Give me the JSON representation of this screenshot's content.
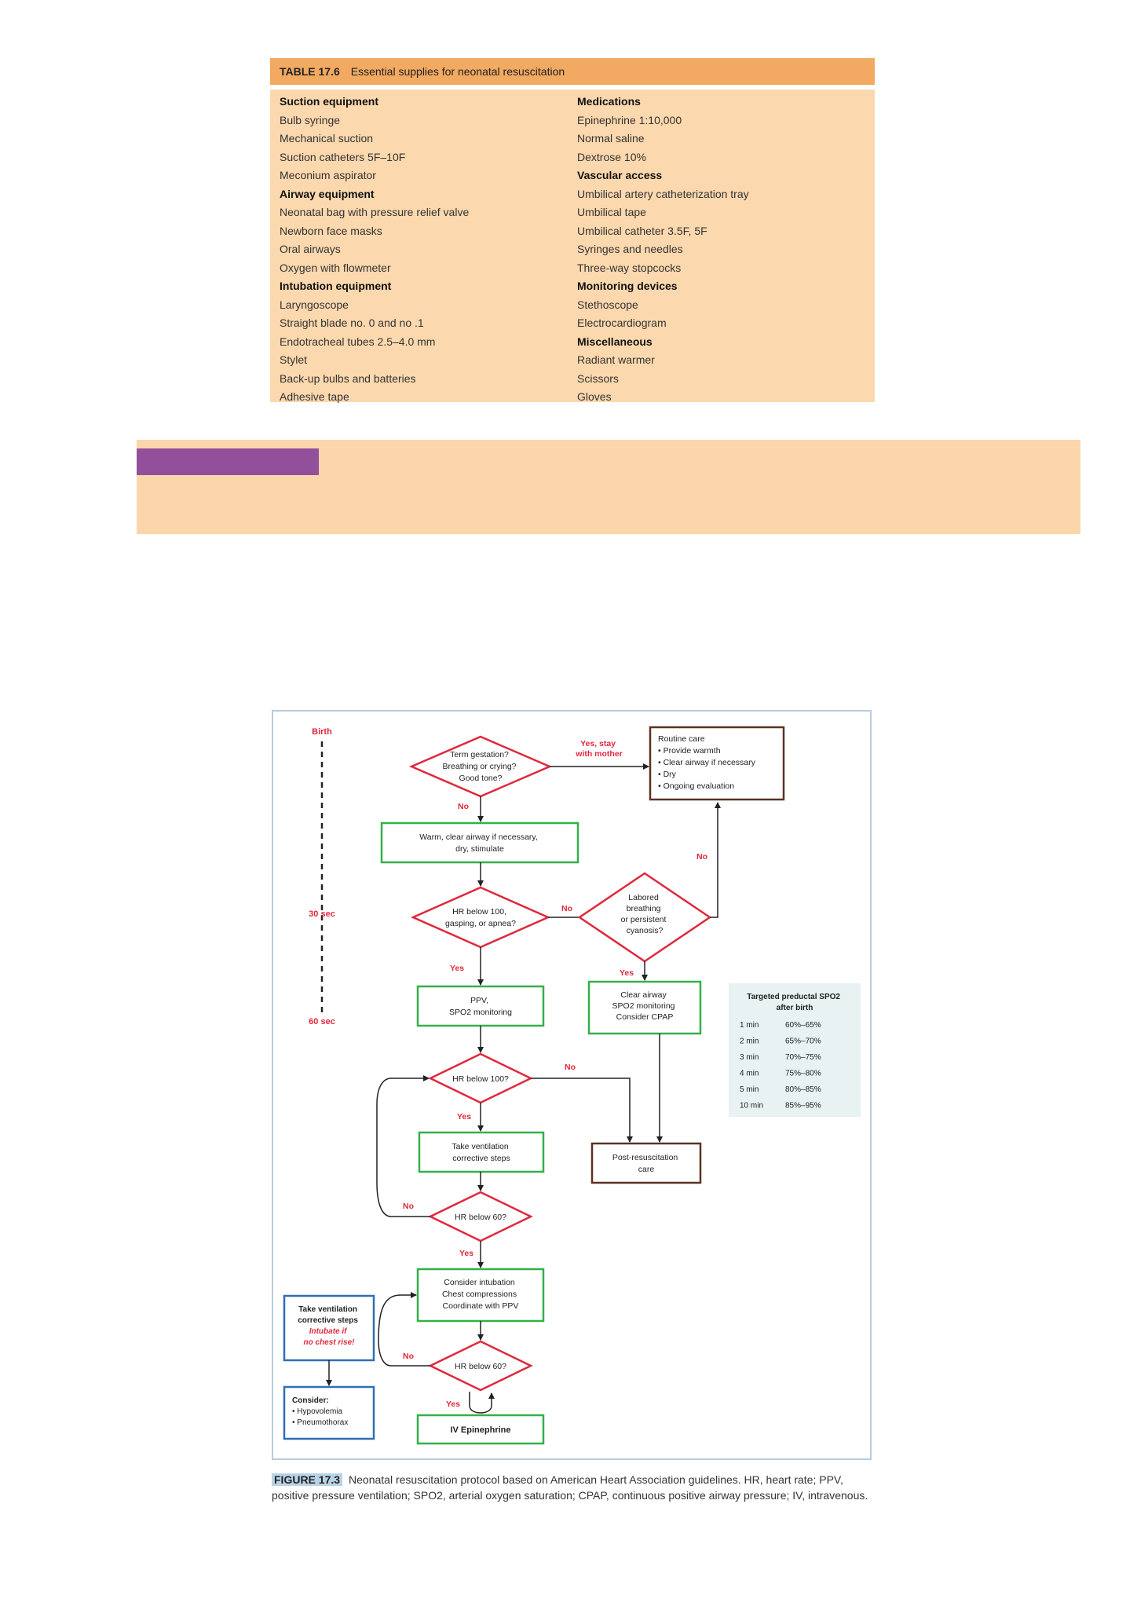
{
  "table": {
    "number": "TABLE 17.6",
    "title": "Essential supplies for neonatal resuscitation",
    "left": [
      {
        "text": "Suction equipment",
        "h": true
      },
      {
        "text": "Bulb syringe"
      },
      {
        "text": "Mechanical suction"
      },
      {
        "text": "Suction catheters 5F–10F"
      },
      {
        "text": "Meconium aspirator"
      },
      {
        "text": "Airway equipment",
        "h": true
      },
      {
        "text": "Neonatal bag with pressure relief valve"
      },
      {
        "text": "Newborn face masks"
      },
      {
        "text": "Oral airways"
      },
      {
        "text": "Oxygen with flowmeter"
      },
      {
        "text": "Intubation equipment",
        "h": true
      },
      {
        "text": "Laryngoscope"
      },
      {
        "text": "Straight blade no. 0 and no .1"
      },
      {
        "text": "Endotracheal tubes 2.5–4.0 mm"
      },
      {
        "text": "Stylet"
      },
      {
        "text": "Back-up bulbs and batteries"
      },
      {
        "text": "Adhesive tape"
      }
    ],
    "right": [
      {
        "text": "Medications",
        "h": true
      },
      {
        "text": "Epinephrine 1:10,000"
      },
      {
        "text": "Normal saline"
      },
      {
        "text": "Dextrose 10%"
      },
      {
        "text": "Vascular access",
        "h": true
      },
      {
        "text": "Umbilical artery catheterization tray"
      },
      {
        "text": "Umbilical tape"
      },
      {
        "text": "Umbilical catheter 3.5F, 5F"
      },
      {
        "text": "Syringes and needles"
      },
      {
        "text": "Three-way stopcocks"
      },
      {
        "text": "Monitoring devices",
        "h": true
      },
      {
        "text": "Stethoscope"
      },
      {
        "text": "Electrocardiogram"
      },
      {
        "text": "Miscellaneous",
        "h": true
      },
      {
        "text": "Radiant warmer"
      },
      {
        "text": "Scissors"
      },
      {
        "text": "Gloves"
      }
    ]
  },
  "flow": {
    "timeline": {
      "birth": "Birth",
      "t30": "30 sec",
      "t60": "60 sec"
    },
    "d_term": [
      "Term gestation?",
      "Breathing or crying?",
      "Good tone?"
    ],
    "yes_stay": [
      "Yes, stay",
      "with mother"
    ],
    "routine": {
      "title": "Routine care",
      "items": [
        "Provide warmth",
        "Clear airway if necessary",
        "Dry",
        "Ongoing evaluation"
      ]
    },
    "no": "No",
    "yes": "Yes",
    "warm": [
      "Warm, clear airway if necessary,",
      "dry, stimulate"
    ],
    "d_hr100_gasp": [
      "HR below 100,",
      "gasping, or apnea?"
    ],
    "d_labored": [
      "Labored",
      "breathing",
      "or persistent",
      "cyanosis?"
    ],
    "ppv": [
      "PPV,",
      "SPO2 monitoring"
    ],
    "clear": [
      "Clear airway",
      "SPO2 monitoring",
      "Consider CPAP"
    ],
    "d_hr100": "HR below 100?",
    "take_vent": [
      "Take ventilation",
      "corrective steps"
    ],
    "post": [
      "Post-resuscitation",
      "care"
    ],
    "d_hr60a": "HR below 60?",
    "intub": [
      "Consider intubation",
      "Chest compressions",
      "Coordinate with PPV"
    ],
    "side_take": [
      "Take ventilation",
      "corrective steps"
    ],
    "side_take_red": [
      "Intubate if",
      "no chest rise!"
    ],
    "d_hr60b": "HR below 60?",
    "consider": {
      "title": "Consider:",
      "items": [
        "Hypovolemia",
        "Pneumothorax"
      ]
    },
    "epi": "IV Epinephrine",
    "spo2": {
      "title": [
        "Targeted preductal SPO2",
        "after birth"
      ],
      "rows": [
        [
          "1 min",
          "60%–65%"
        ],
        [
          "2 min",
          "65%–70%"
        ],
        [
          "3 min",
          "70%–75%"
        ],
        [
          "4 min",
          "75%–80%"
        ],
        [
          "5 min",
          "80%–85%"
        ],
        [
          "10 min",
          "85%–95%"
        ]
      ]
    }
  },
  "caption": {
    "number": "FIGURE 17.3",
    "text": "Neonatal resuscitation protocol based on American Heart Association guidelines. HR, heart rate; PPV, positive pressure ventilation; SPO2, arterial oxygen saturation; CPAP, continuous positive airway pressure; IV, intravenous."
  }
}
